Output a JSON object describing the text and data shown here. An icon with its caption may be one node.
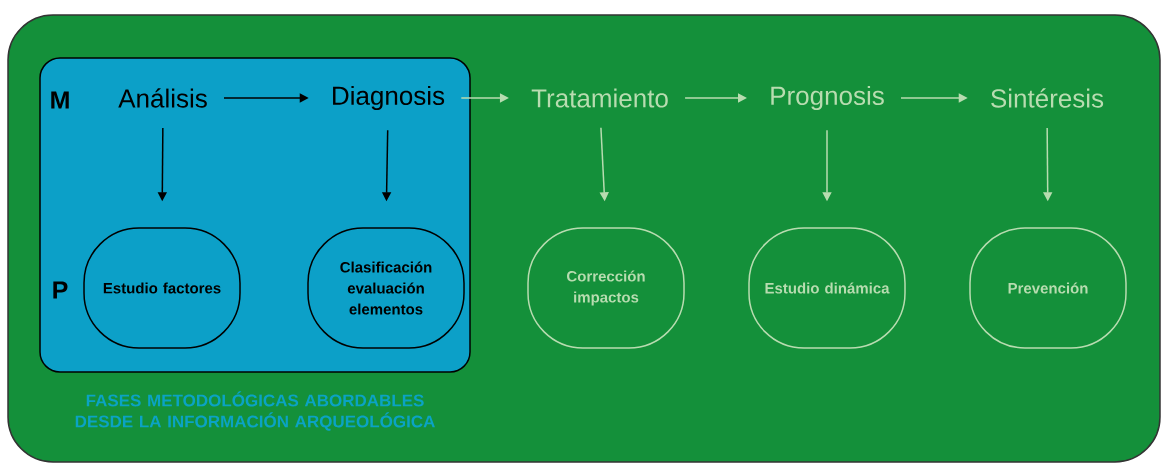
{
  "diagram": {
    "nodes": [
      {
        "text": [],
        "shape": "box"
      },
      {
        "text": [
          "FASES METODOLÓGICAS ABORDABLES DESDE LA INFORMACIÓN ARQUEOLÓGICA"
        ],
        "in": 0
      },
      {
        "text": [
          "Análisis"
        ],
        "in": 1
      },
      {
        "text": [
          "Diagnosis"
        ],
        "in": 1
      },
      {
        "text": [
          "Tratamiento"
        ],
        "in": 0
      },
      {
        "text": [
          "Prognosis"
        ],
        "in": 0
      },
      {
        "text": [
          "Sintéresis"
        ],
        "in": 0
      },
      {
        "text": [
          "Estudio factores"
        ],
        "in": 1
      },
      {
        "text": [
          "Clasificación evaluación elementos"
        ],
        "in": 1
      },
      {
        "text": [
          "Corrección impactos"
        ],
        "in": 0
      },
      {
        "text": [
          "Estudio dinámica"
        ],
        "in": 0
      },
      {
        "text": [
          "Prevención"
        ],
        "in": 0
      }
    ],
    "edges": [
      {
        "from": 2,
        "to": 3,
        "arrow": "to",
        "color": "#000000"
      },
      {
        "from": 3,
        "to": 4,
        "arrow": "to"
      },
      {
        "from": 4,
        "to": 5,
        "arrow": "to"
      },
      {
        "from": 5,
        "to": 6,
        "arrow": "to"
      },
      {
        "from": 2,
        "to": 7,
        "arrow": "to",
        "color": "#000000"
      },
      {
        "from": 3,
        "to": 8,
        "arrow": "to",
        "color": "#000000"
      },
      {
        "from": 4,
        "to": 9,
        "arrow": "to"
      },
      {
        "from": 5,
        "to": 10,
        "arrow": "to"
      },
      {
        "from": 6,
        "to": 11,
        "arrow": "to"
      }
    ],
    "labels": [
      "M",
      "P"
    ]
  }
}
